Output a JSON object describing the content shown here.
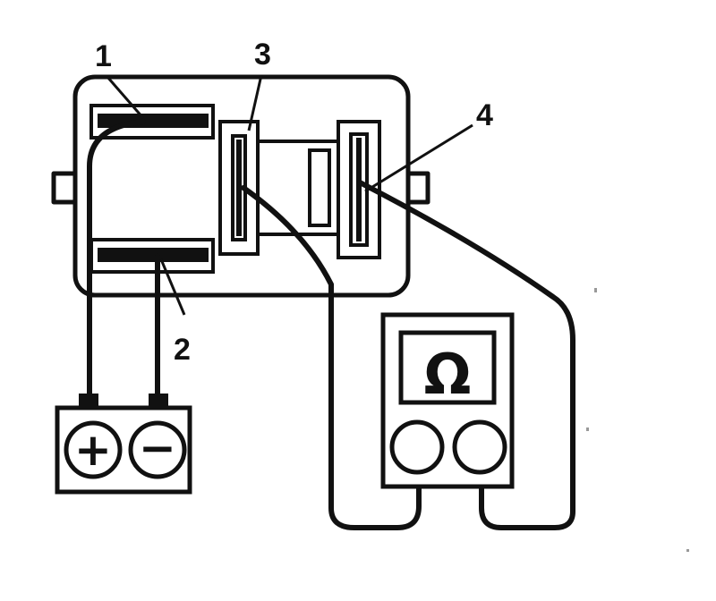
{
  "callouts": {
    "label_1": "1",
    "label_2": "2",
    "label_3": "3",
    "label_4": "4"
  },
  "battery": {
    "positive_symbol": "+",
    "negative_symbol": "−"
  },
  "meter": {
    "unit_symbol": "Ω"
  },
  "colors": {
    "ink": "#111111",
    "paper": "#ffffff"
  }
}
